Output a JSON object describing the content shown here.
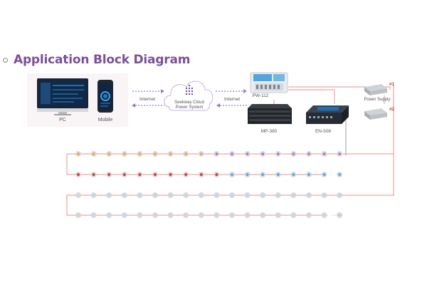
{
  "title": "Application Block Diagram",
  "devices": {
    "pc": "PC",
    "mobile": "Mobile",
    "cloud_line1": "Seekway Cloud",
    "cloud_line2": "Power System",
    "pw": "PW-112",
    "mp": "MP-380",
    "en": "EN-508",
    "power_supply": "Power Supply",
    "ps1_tag": "#1",
    "ps2_tag": "#2"
  },
  "links": {
    "internet_left": "Internet",
    "internet_right": "Internet"
  },
  "ellipsis": "······",
  "colors": {
    "title": "#7a4f9e",
    "cable": "#e8908a",
    "orange": "#f0a04a",
    "purple": "#b479c8",
    "red": "#d8383c",
    "blue": "#5aa6e0",
    "gray": "#cfd3d8"
  },
  "nodes": {
    "row1": [
      "orange",
      "orange",
      "orange",
      "orange",
      "orange",
      "orange",
      "orange",
      "orange",
      "orange",
      "purple",
      "purple",
      "purple",
      "purple",
      "purple",
      "purple",
      "purple",
      "purple",
      "purple"
    ],
    "row2": [
      "red",
      "red",
      "red",
      "red",
      "red",
      "red",
      "red",
      "red",
      "red",
      "red",
      "blue",
      "blue",
      "blue",
      "blue",
      "blue",
      "blue",
      "blue",
      "blue"
    ],
    "row3": [
      "gray",
      "gray",
      "gray",
      "gray",
      "gray",
      "gray",
      "gray",
      "gray",
      "gray",
      "gray",
      "gray",
      "gray",
      "gray",
      "gray",
      "gray",
      "gray",
      "gray",
      "gray"
    ],
    "row4": [
      "gray",
      "gray",
      "gray",
      "gray",
      "gray",
      "gray",
      "gray",
      "gray",
      "gray",
      "gray",
      "gray",
      "gray",
      "gray",
      "gray",
      "gray",
      "gray",
      "gray",
      "gray"
    ]
  }
}
